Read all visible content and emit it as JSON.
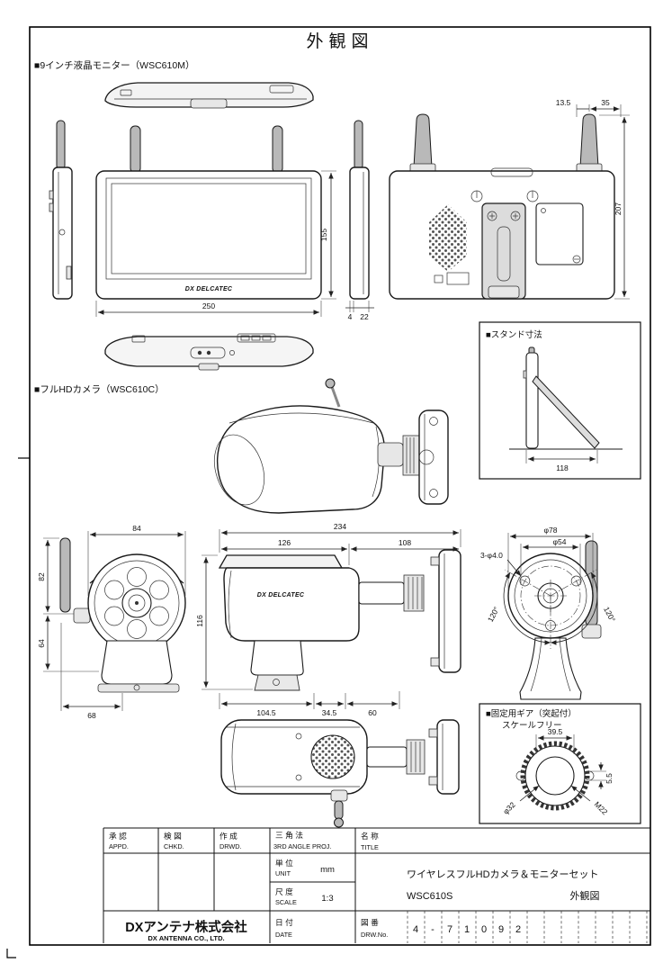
{
  "page": {
    "title": "外観図"
  },
  "sections": {
    "monitor": "■9インチ液晶モニター（WSC610M）",
    "camera": "■フルHDカメラ（WSC610C）",
    "stand": "■スタンド寸法",
    "gear1": "■固定用ギア（突起付）",
    "gear2": "スケールフリー"
  },
  "brand": {
    "monitor": "DX DELCATEC",
    "camera": "DX DELCATEC"
  },
  "dims": {
    "m_top1": "13.5",
    "m_top2": "35",
    "m_h": "207",
    "m_fh": "155",
    "m_fw": "250",
    "m_s1": "4",
    "m_s2": "22",
    "stand": "118",
    "cf_w": "84",
    "cf_h1": "82",
    "cf_h2": "64",
    "cf_w2": "68",
    "cs_total": "234",
    "cs_l1": "126",
    "cs_l2": "108",
    "cs_h": "116",
    "cs_b1": "104.5",
    "cs_b2": "34.5",
    "cs_b3": "60",
    "cr_d1": "φ78",
    "cr_d2": "φ54",
    "cr_holes": "3-φ4.0",
    "cr_a1": "120°",
    "cr_a2": "120°",
    "g_w": "39.5",
    "g_t": "5.5",
    "g_d": "φ32",
    "g_m": "M22"
  },
  "title_block": {
    "appd_jp": "承 認",
    "appd_en": "APPD.",
    "chkd_jp": "検 図",
    "chkd_en": "CHKD.",
    "drwd_jp": "作 成",
    "drwd_en": "DRWD.",
    "proj_jp": "三 角 法",
    "proj_en": "3RD ANGLE PROJ.",
    "unit_jp": "単 位",
    "unit_en": "UNIT",
    "unit_value": "mm",
    "scale_jp": "尺 度",
    "scale_en": "SCALE",
    "scale_value": "1:3",
    "date_jp": "日 付",
    "date_en": "DATE",
    "name_jp": "名 称",
    "name_en": "TITLE",
    "product": "ワイヤレスフルHDカメラ＆モニターセット",
    "model": "WSC610S",
    "doc_type": "外観図",
    "no_jp": "図 番",
    "no_en": "DRW.No.",
    "no_digits": [
      "4",
      "-",
      "7",
      "1",
      "0",
      "9",
      "2"
    ],
    "company_jp": "DXアンテナ株式会社",
    "company_en": "DX ANTENNA CO., LTD."
  }
}
